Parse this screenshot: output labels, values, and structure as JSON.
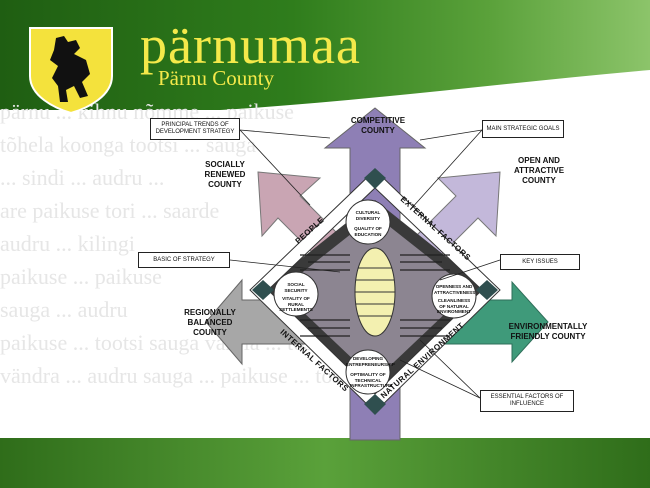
{
  "brand": {
    "title": "pärnumaa",
    "subtitle": "Pärnu County"
  },
  "background_words": [
    "pärnu ... kihnu nõmme ... paikuse",
    "tõhela koonga tootsi ... sauga",
    "... sindi ... audru ...",
    "are paikuse tori ... saarde",
    "audru ... kilingi",
    "paikuse ... paikuse",
    "sauga ... audru",
    "paikuse ... tootsi sauga varbla ... tõstamaa",
    "vändra ... audru sauga ... paikuse ... tõstamaa"
  ],
  "diagram": {
    "arrows": {
      "top": "COMPETITIVE COUNTY",
      "top_left": "SOCIALLY RENEWED COUNTY",
      "top_right": "OPEN AND ATTRACTIVE COUNTY",
      "left": "REGIONALLY BALANCED COUNTY",
      "right": "ENVIRONMENTALLY FRIENDLY COUNTY"
    },
    "sides": {
      "top_left": "PEOPLE",
      "top_right": "EXTERNAL FACTORS",
      "bottom_left": "INTERNAL FACTORS",
      "bottom_right": "NATURAL ENVIRONMENT"
    },
    "circles": {
      "top": [
        "CULTURAL DIVERSITY",
        "QUALITY OF EDUCATION"
      ],
      "left": [
        "SOCIAL SECURITY",
        "VITALITY OF RURAL SETTLEMENTS"
      ],
      "right": [
        "OPENNESS AND ATTRACTIVENESS",
        "CLEANLINESS OF NATURAL ENVIRONMENT"
      ],
      "bottom": [
        "DEVELOPING ENTREPRENEURSHIP",
        "OPTIMALITY OF TECHNICAL INFRASTRUCTURE"
      ]
    },
    "callouts": {
      "principal_trends": "PRINCIPAL TRENDS OF DEVELOPMENT STRATEGY",
      "basic_strategy": "BASIC OF STRATEGY",
      "main_goals": "MAIN STRATEGIC GOALS",
      "key_issues": "KEY ISSUES",
      "essential_factors": "ESSENTIAL FACTORS OF INFLUENCE"
    },
    "colors": {
      "top_arrow": "#8e7fb5",
      "top_left_arrow": "#c9a5b3",
      "top_right_arrow": "#c3b8da",
      "left_arrow": "#a7a7a7",
      "right_arrow": "#3f9a7a",
      "center_ellipse": "#f3f0b0",
      "diamond_accent": "#2f4f4f"
    }
  }
}
